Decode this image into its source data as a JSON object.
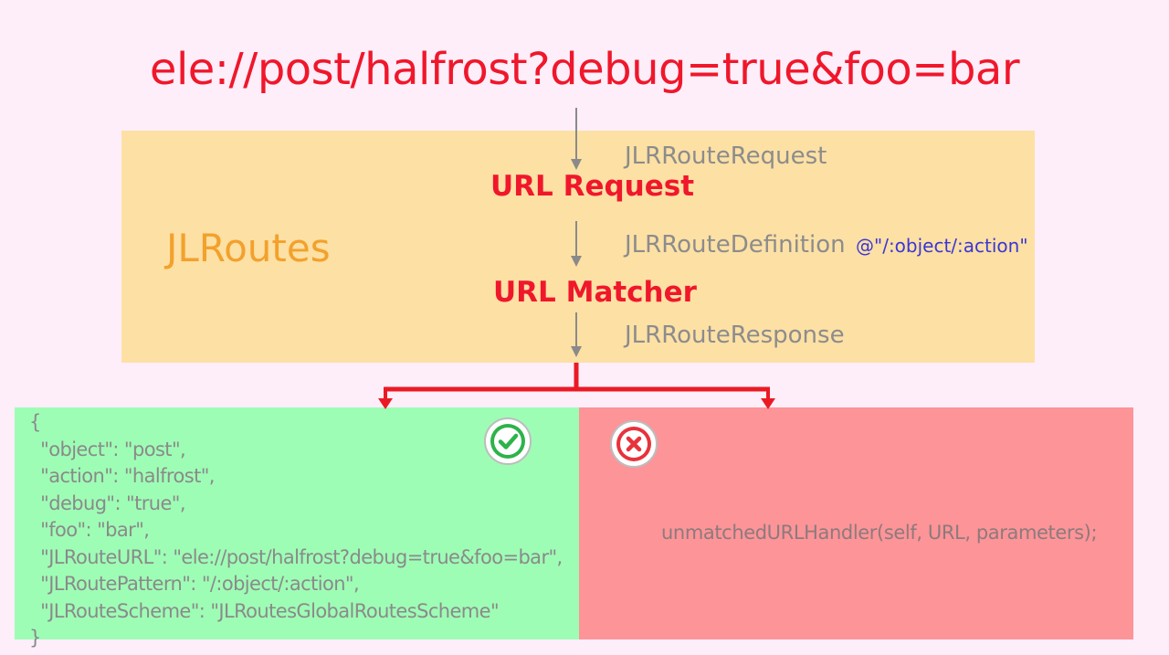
{
  "url": "ele://post/halfrost?debug=true&foo=bar",
  "library": "JLRoutes",
  "stages": {
    "request": "URL Request",
    "matcher": "URL Matcher"
  },
  "classes": {
    "request": "JLRRouteRequest",
    "definition": "JLRRouteDefinition",
    "response": "JLRRouteResponse"
  },
  "pattern": "@\"/:object/:action\"",
  "success": {
    "icon": "check-circle-icon",
    "color": "#2db34a",
    "lines": [
      "{",
      "  \"object\": \"post\",",
      "  \"action\": \"halfrost\",",
      "  \"debug\": \"true\",",
      "  \"foo\": \"bar\",",
      "  \"JLRouteURL\": \"ele://post/halfrost?debug=true&foo=bar\",",
      "  \"JLRoutePattern\": \"/:object/:action\",",
      "  \"JLRouteScheme\": \"JLRoutesGlobalRoutesScheme\"",
      "}"
    ]
  },
  "failure": {
    "icon": "cross-circle-icon",
    "color": "#e8323c",
    "handler": "unmatchedURLHandler(self, URL, parameters);"
  },
  "colors": {
    "background": "#fdeefa",
    "accent_red": "#f0172b",
    "library_box": "#fde0a4",
    "library_text": "#f3a12c",
    "success_panel": "#9efdb5",
    "failure_panel": "#fd9498",
    "pattern_text": "#3b37d6"
  }
}
